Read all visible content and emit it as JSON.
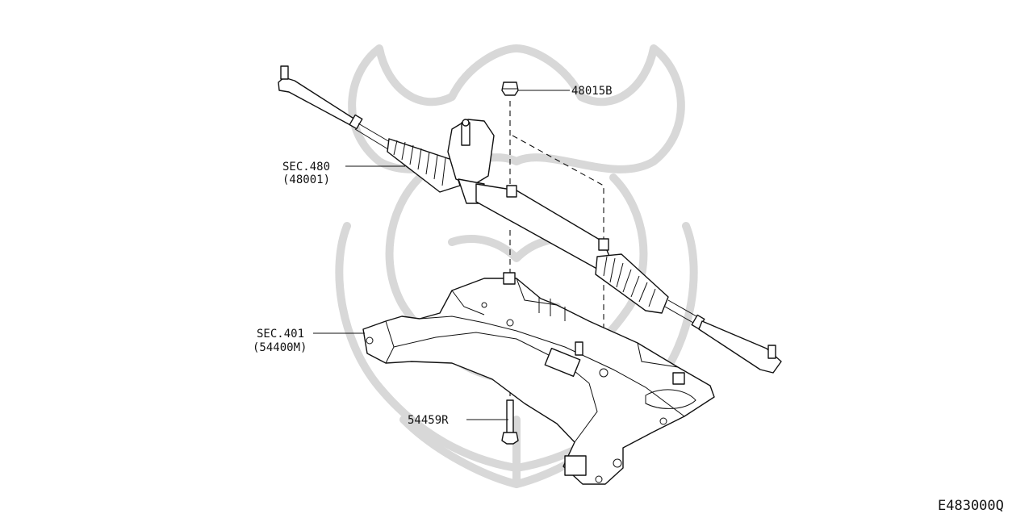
{
  "diagram": {
    "callouts": [
      {
        "id": "nut",
        "label": "48015B"
      },
      {
        "id": "gear",
        "label": "SEC.480",
        "sub": "(48001)"
      },
      {
        "id": "crossmember",
        "label": "SEC.401",
        "sub": "(54400M)"
      },
      {
        "id": "bolt",
        "label": "54459R"
      }
    ],
    "figure_code": "E483000Q",
    "colors": {
      "line": "#111111",
      "watermark": "#d8d8d8",
      "background": "#ffffff"
    }
  }
}
